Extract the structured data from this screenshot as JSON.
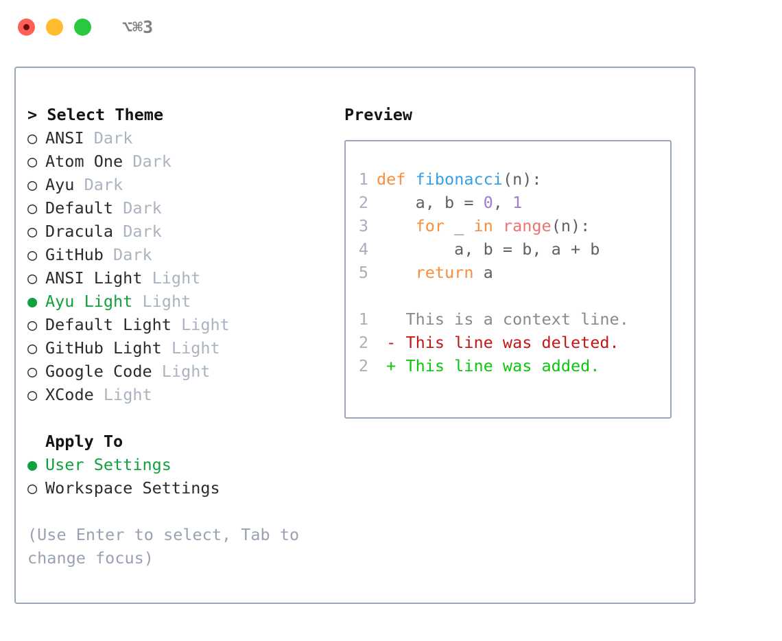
{
  "window": {
    "shortcut_label": "⌥⌘3",
    "traffic_lights": [
      "close-red",
      "minimize-yellow",
      "maximize-green"
    ]
  },
  "colors": {
    "accent_green": "#11A13C",
    "muted_tag": "#AAB3C0",
    "hint": "#98A2B3",
    "border": "#9AA5B8",
    "keyword": "#FA8D3E",
    "function": "#399EE6",
    "number": "#A37ACC",
    "builtin": "#F07171",
    "plain": "#5C6166",
    "line_number": "#A8AFBC",
    "diff_context": "#8A8A8A",
    "diff_deleted": "#C41616",
    "diff_added": "#0CC70C"
  },
  "theme_list": {
    "header": "> Select Theme",
    "header_marker": ">",
    "header_label": "Select Theme",
    "selected_marker": "●",
    "unselected_marker": "○",
    "items": [
      {
        "name": "ANSI",
        "tag": "Dark",
        "selected": false
      },
      {
        "name": "Atom One",
        "tag": "Dark",
        "selected": false
      },
      {
        "name": "Ayu",
        "tag": "Dark",
        "selected": false
      },
      {
        "name": "Default",
        "tag": "Dark",
        "selected": false
      },
      {
        "name": "Dracula",
        "tag": "Dark",
        "selected": false
      },
      {
        "name": "GitHub",
        "tag": "Dark",
        "selected": false
      },
      {
        "name": "ANSI Light",
        "tag": "Light",
        "selected": false
      },
      {
        "name": "Ayu Light",
        "tag": "Light",
        "selected": true
      },
      {
        "name": "Default Light",
        "tag": "Light",
        "selected": false
      },
      {
        "name": "GitHub Light",
        "tag": "Light",
        "selected": false
      },
      {
        "name": "Google Code",
        "tag": "Light",
        "selected": false
      },
      {
        "name": "XCode",
        "tag": "Light",
        "selected": false
      }
    ]
  },
  "apply_to": {
    "header_label": "Apply To",
    "items": [
      {
        "name": "User Settings",
        "selected": true
      },
      {
        "name": "Workspace Settings",
        "selected": false
      }
    ]
  },
  "hint": {
    "text": "(Use Enter to select, Tab to change focus)"
  },
  "preview": {
    "title": "Preview",
    "code_lines": [
      {
        "number": "1",
        "tokens": [
          {
            "t": "def",
            "c": "kw"
          },
          {
            "t": " ",
            "c": "pl"
          },
          {
            "t": "fibonacci",
            "c": "fn"
          },
          {
            "t": "(n):",
            "c": "pl"
          }
        ]
      },
      {
        "number": "2",
        "tokens": [
          {
            "t": "    a, b = ",
            "c": "pl"
          },
          {
            "t": "0",
            "c": "num"
          },
          {
            "t": ", ",
            "c": "pl"
          },
          {
            "t": "1",
            "c": "num"
          }
        ]
      },
      {
        "number": "3",
        "tokens": [
          {
            "t": "    ",
            "c": "pl"
          },
          {
            "t": "for",
            "c": "kw"
          },
          {
            "t": " _ ",
            "c": "pl"
          },
          {
            "t": "in",
            "c": "kw"
          },
          {
            "t": " ",
            "c": "pl"
          },
          {
            "t": "range",
            "c": "bi"
          },
          {
            "t": "(n):",
            "c": "pl"
          }
        ]
      },
      {
        "number": "4",
        "tokens": [
          {
            "t": "        a, b = b, a + b",
            "c": "pl"
          }
        ]
      },
      {
        "number": "5",
        "tokens": [
          {
            "t": "    ",
            "c": "pl"
          },
          {
            "t": "return",
            "c": "kw"
          },
          {
            "t": " a",
            "c": "pl"
          }
        ]
      }
    ],
    "diff_lines": [
      {
        "number": "1",
        "sign": " ",
        "text": "This is a context line.",
        "kind": "ctx"
      },
      {
        "number": "2",
        "sign": "-",
        "text": "This line was deleted.",
        "kind": "del"
      },
      {
        "number": "2",
        "sign": "+",
        "text": "This line was added.",
        "kind": "add"
      }
    ]
  }
}
